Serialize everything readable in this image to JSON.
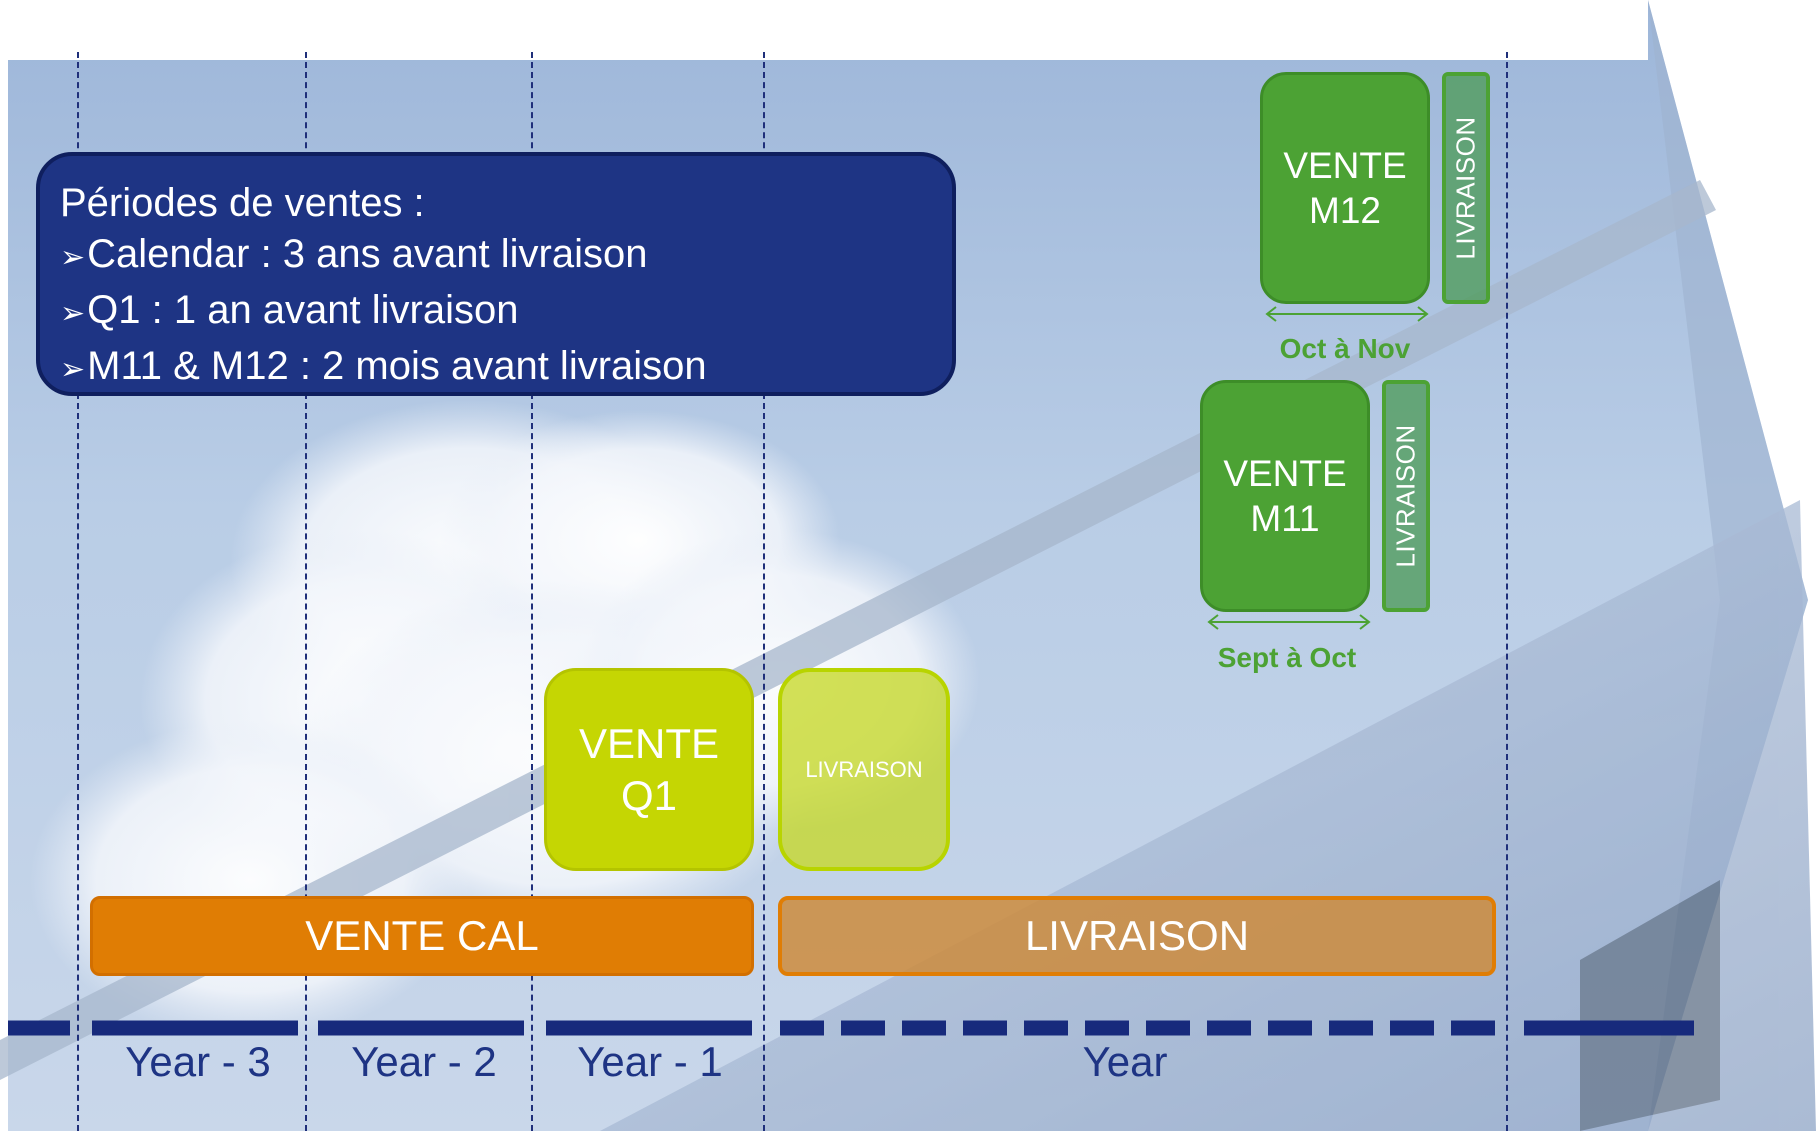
{
  "info_box": {
    "title": "Périodes de ventes :",
    "items": [
      {
        "bullet": "➢",
        "text": "Calendar : 3 ans avant livraison"
      },
      {
        "bullet": "➢",
        "text": "Q1 : 1 an avant livraison"
      },
      {
        "bullet": "➢",
        "text": "M11 & M12 : 2 mois avant livraison"
      }
    ]
  },
  "tiles": {
    "vente_m12": "VENTE\nM12",
    "livraison_m12": "LIVRAISON",
    "m12_period": "Oct à Nov",
    "vente_m11": "VENTE\nM11",
    "livraison_m11": "LIVRAISON",
    "m11_period": "Sept à Oct",
    "vente_q1": "VENTE\nQ1",
    "livraison_q1": "LIVRAISON"
  },
  "bars": {
    "vente_cal": "VENTE CAL",
    "livraison": "LIVRAISON"
  },
  "timeline": {
    "years": [
      "Year - 3",
      "Year - 2",
      "Year - 1",
      "Year"
    ]
  },
  "colors": {
    "navy": "#1e3484",
    "green": "#4ca234",
    "lime": "#c5d603",
    "orange": "#e07d04",
    "timeline": "#172a7c"
  }
}
